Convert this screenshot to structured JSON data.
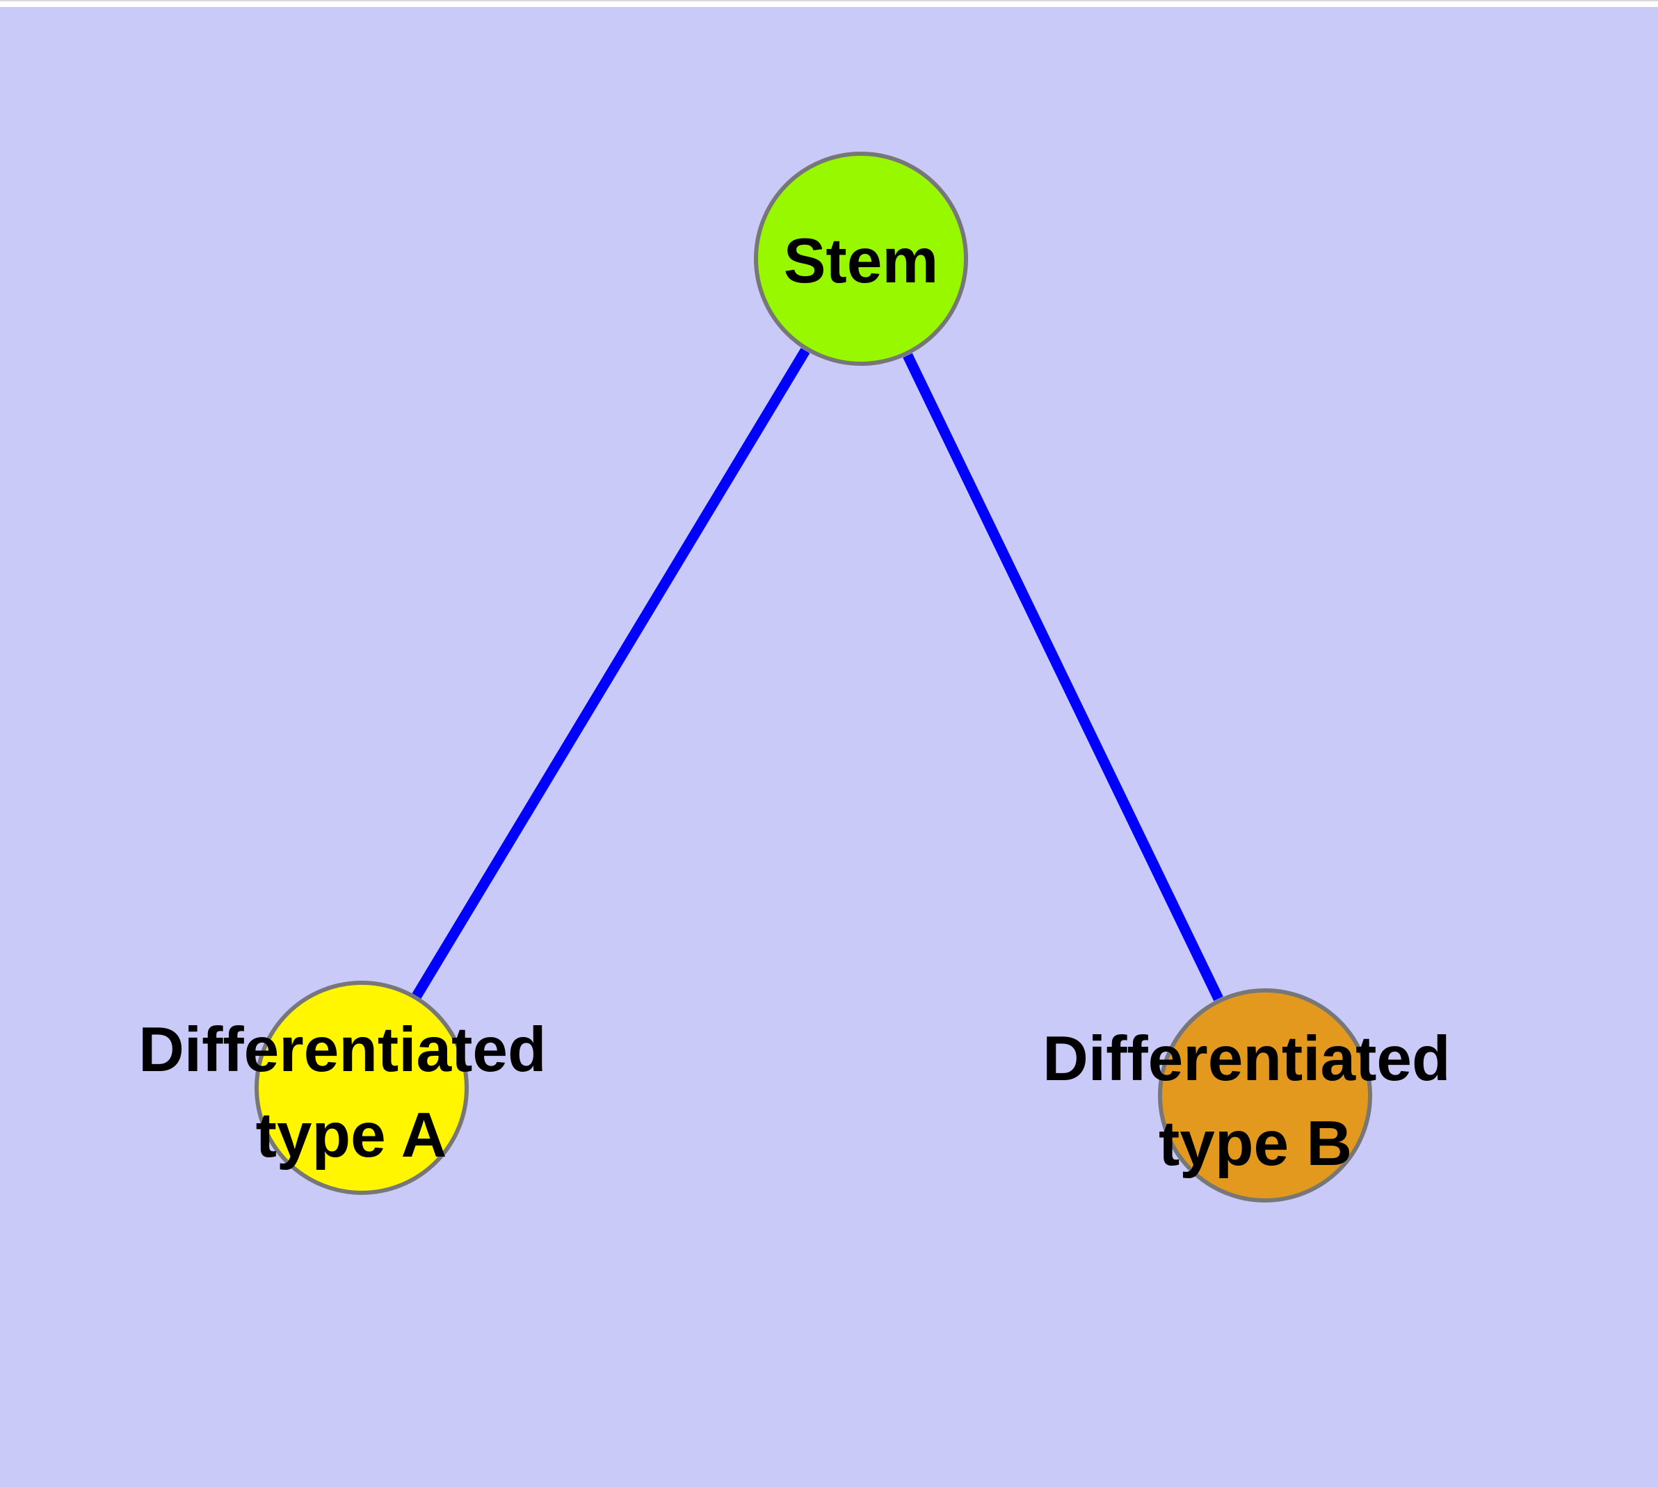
{
  "diagram": {
    "type": "node-link-graph",
    "nodes": [
      {
        "id": "stem",
        "label": "Stem",
        "color": "#97F800"
      },
      {
        "id": "type_a",
        "label": "Differentiated type A",
        "label_line1": "Differentiated",
        "label_line2": "type A",
        "color": "#FFF600"
      },
      {
        "id": "type_b",
        "label": "Differentiated type B",
        "label_line1": "Differentiated",
        "label_line2": "type B",
        "color": "#E2991E"
      }
    ],
    "edges": [
      {
        "from": "stem",
        "to": "type_a"
      },
      {
        "from": "stem",
        "to": "type_b"
      }
    ]
  },
  "style": {
    "background": "#CACAF8",
    "top_strip": "#FFFFFF",
    "top_strip_border": "#D8D8D8",
    "edge_color": "#0000FF",
    "node_border": "#777777",
    "label_color": "#000000"
  }
}
